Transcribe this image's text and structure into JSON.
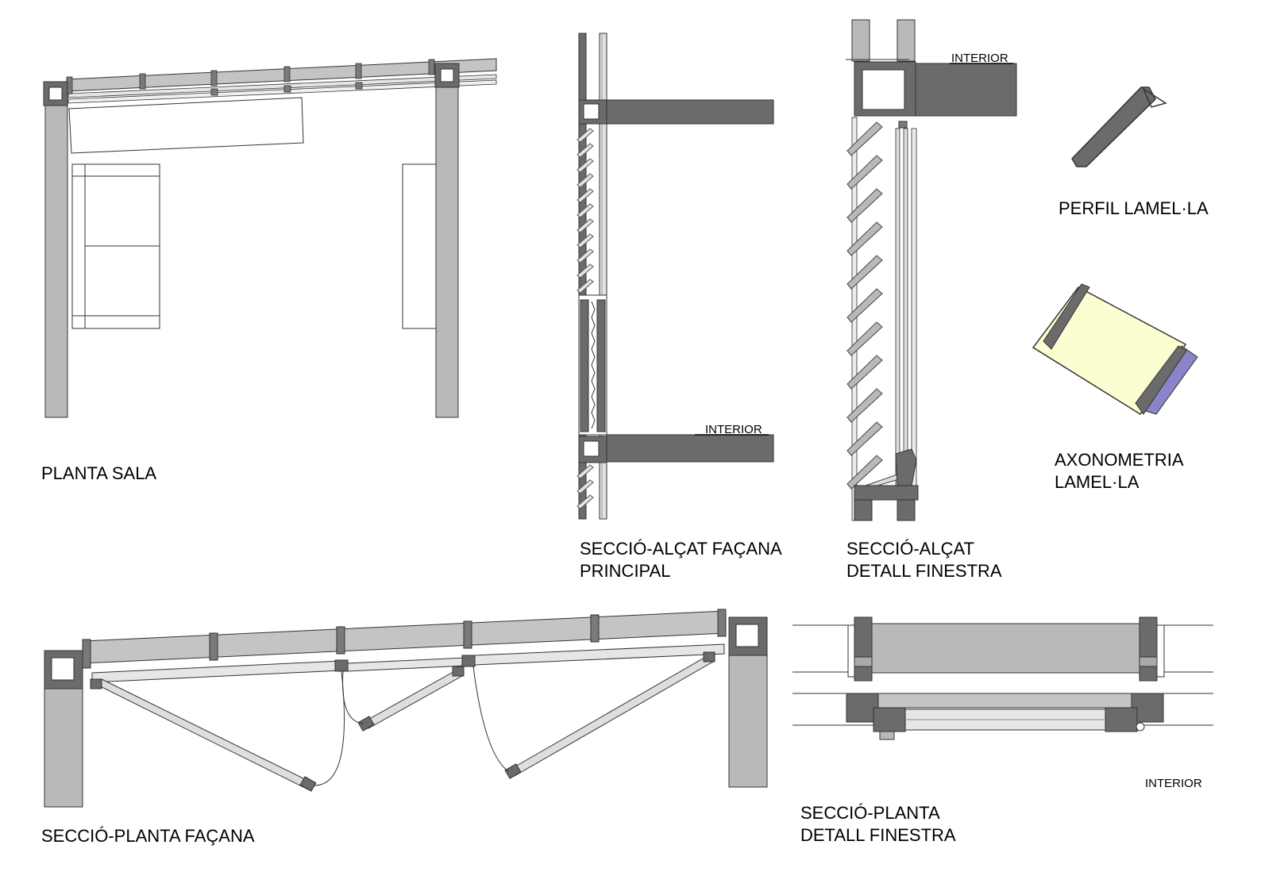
{
  "labels": {
    "planta_sala": "PLANTA SALA",
    "seccio_alcat_facana_1": "SECCIÓ-ALÇAT FAÇANA",
    "seccio_alcat_facana_2": "PRINCIPAL",
    "seccio_alcat_detall_1": "SECCIÓ-ALÇAT",
    "seccio_alcat_detall_2": "DETALL FINESTRA",
    "perfil_lamella": "PERFIL LAMEL·LA",
    "axonometria_1": "AXONOMETRIA",
    "axonometria_2": "LAMEL·LA",
    "seccio_planta_facana": "SECCIÓ-PLANTA FAÇANA",
    "seccio_planta_detall_1": "SECCIÓ-PLANTA",
    "seccio_planta_detall_2": "DETALL FINESTRA",
    "interior": "INTERIOR"
  },
  "colors": {
    "dark": "#6b6b6b",
    "mid": "#b9b9b9",
    "light": "#dcdcdc",
    "glass": "#fdfdd2",
    "accent": "#8a84c8"
  }
}
